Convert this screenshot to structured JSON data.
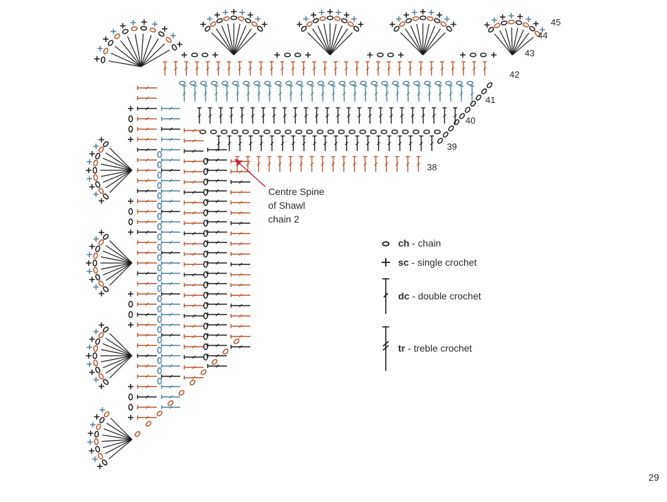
{
  "colors": {
    "black": "#1c1c1c",
    "rust": "#b5562e",
    "teal": "#4d7f9c",
    "arrow": "#c3213b"
  },
  "row_numbers": [
    "38",
    "39",
    "40",
    "41",
    "42",
    "43",
    "44",
    "45"
  ],
  "annotation": {
    "line1": "Centre Spine",
    "line2": "of Shawl",
    "line3": "chain 2"
  },
  "legend": [
    {
      "symbol": "chain-oval",
      "abbr": "ch",
      "sep": " - ",
      "label": "chain"
    },
    {
      "symbol": "plus",
      "abbr": "sc",
      "sep": " - ",
      "label": "single crochet"
    },
    {
      "symbol": "dc-stick",
      "abbr": "dc",
      "sep": " - ",
      "label": "double crochet"
    },
    {
      "symbol": "tr-stick",
      "abbr": "tr",
      "sep": " - ",
      "label": "treble crochet"
    }
  ],
  "page_number": "29"
}
